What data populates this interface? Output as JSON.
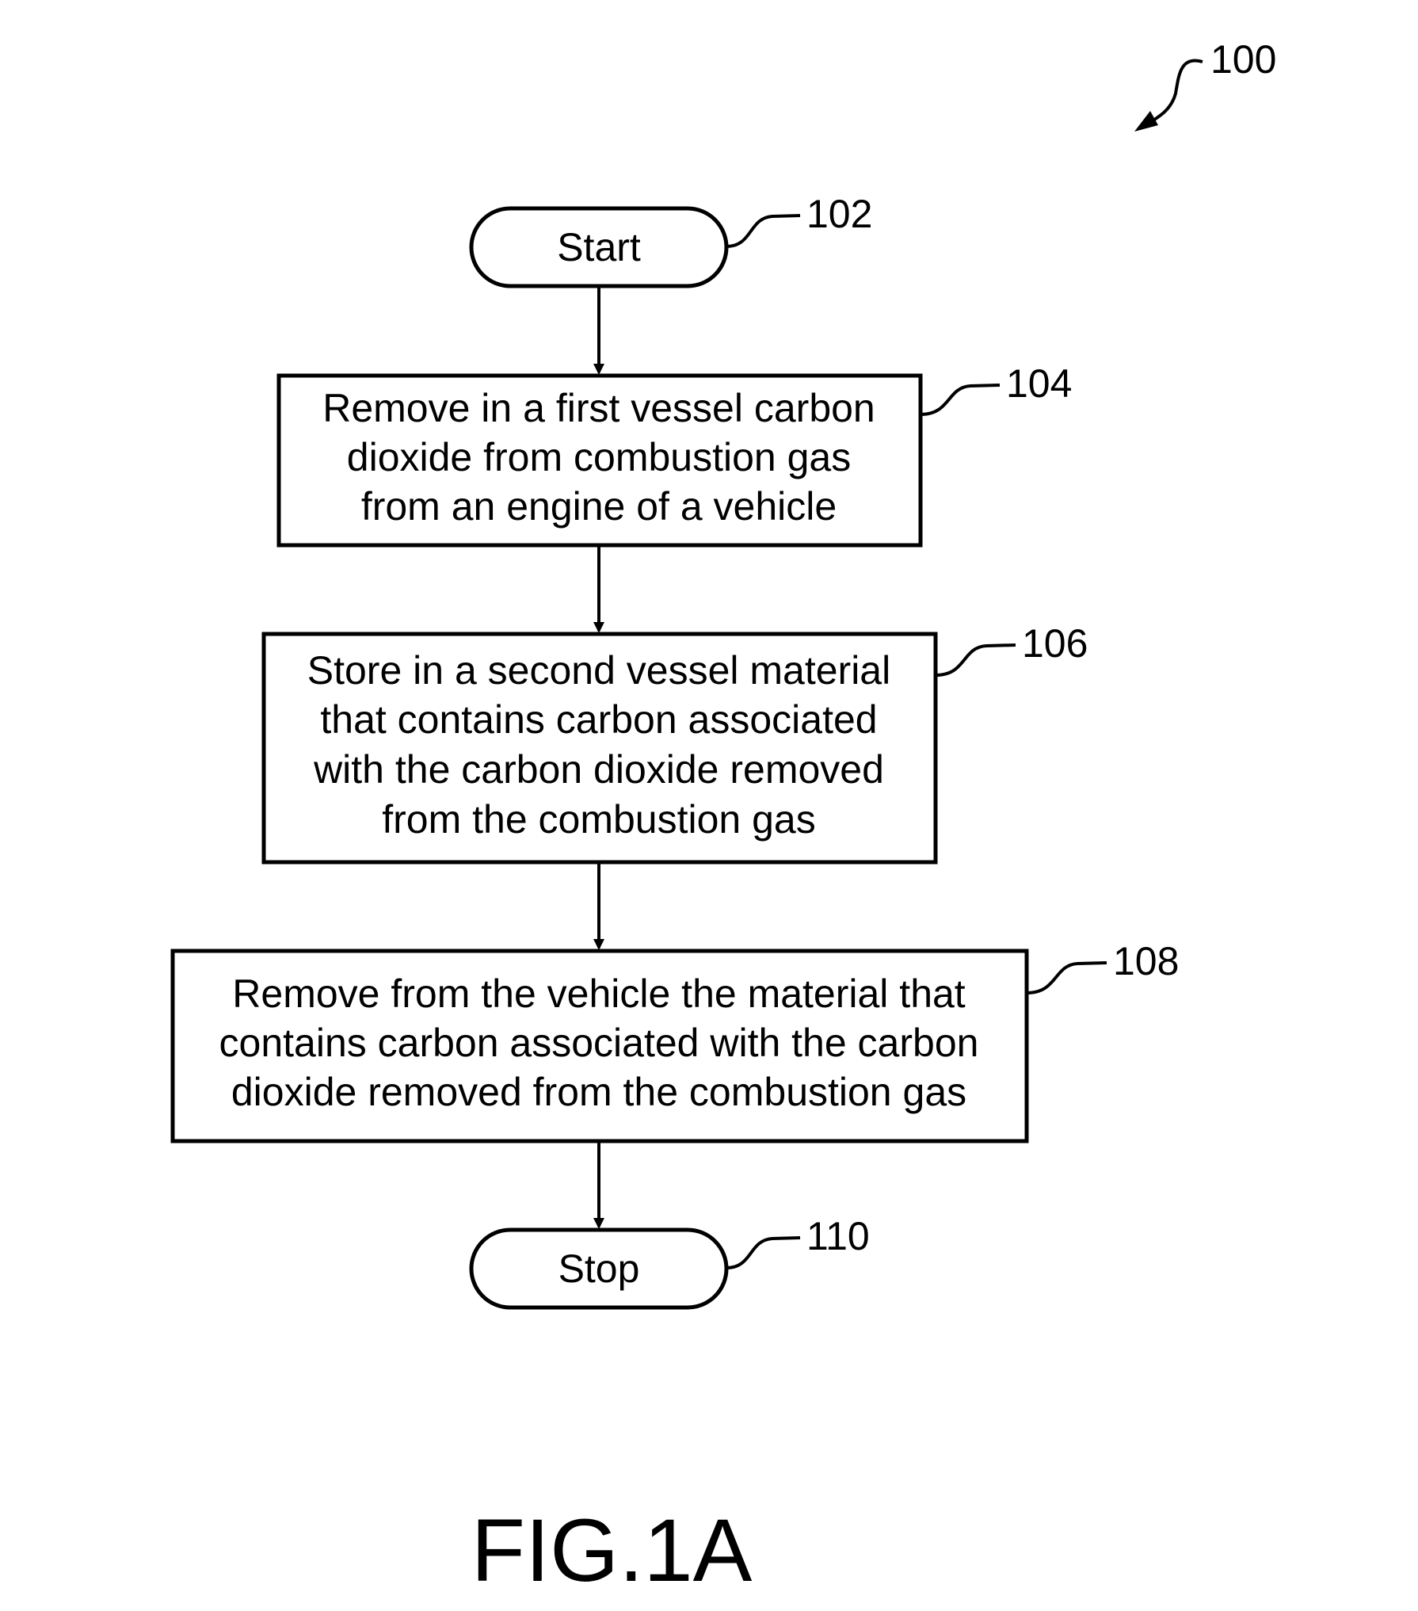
{
  "figure": {
    "ref_number": "100",
    "caption": "FIG.1A"
  },
  "nodes": {
    "start": {
      "ref": "102",
      "lines": [
        "Start"
      ]
    },
    "step1": {
      "ref": "104",
      "lines": [
        "Remove in a first vessel carbon",
        "dioxide from combustion gas",
        "from an engine of a vehicle"
      ]
    },
    "step2": {
      "ref": "106",
      "lines": [
        "Store in a second vessel material",
        "that contains carbon associated",
        "with the carbon dioxide removed",
        "from the combustion gas"
      ]
    },
    "step3": {
      "ref": "108",
      "lines": [
        "Remove from the vehicle the material that",
        "contains carbon associated with the carbon",
        "dioxide removed from the combustion gas"
      ]
    },
    "stop": {
      "ref": "110",
      "lines": [
        "Stop"
      ]
    }
  }
}
